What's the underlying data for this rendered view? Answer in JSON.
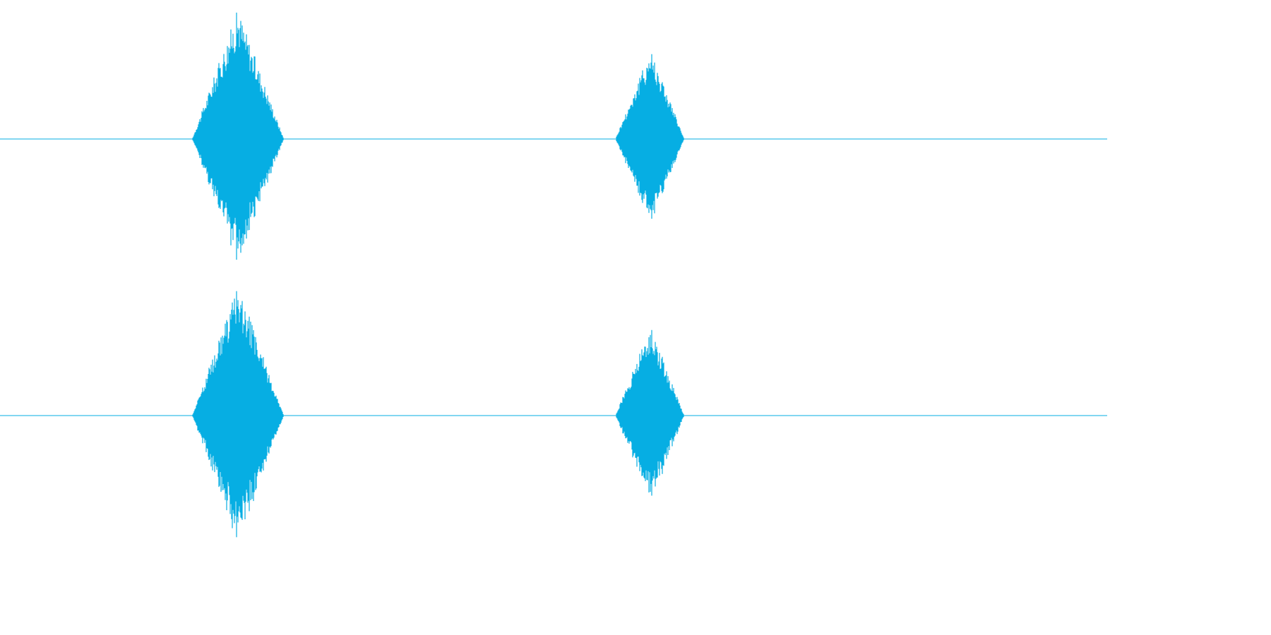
{
  "waveform": {
    "color": "#06aee3",
    "background": "#ffffff",
    "channels": [
      {
        "name": "channel-1",
        "bursts": [
          {
            "center": 0.215,
            "half_width": 0.04,
            "amplitude": 0.95,
            "asym": 0.55
          },
          {
            "center": 0.588,
            "half_width": 0.03,
            "amplitude": 0.66,
            "asym": 0.52
          }
        ]
      },
      {
        "name": "channel-2",
        "bursts": [
          {
            "center": 0.215,
            "half_width": 0.04,
            "amplitude": 0.95,
            "asym": 0.55
          },
          {
            "center": 0.588,
            "half_width": 0.03,
            "amplitude": 0.66,
            "asym": 0.52
          }
        ]
      }
    ]
  }
}
